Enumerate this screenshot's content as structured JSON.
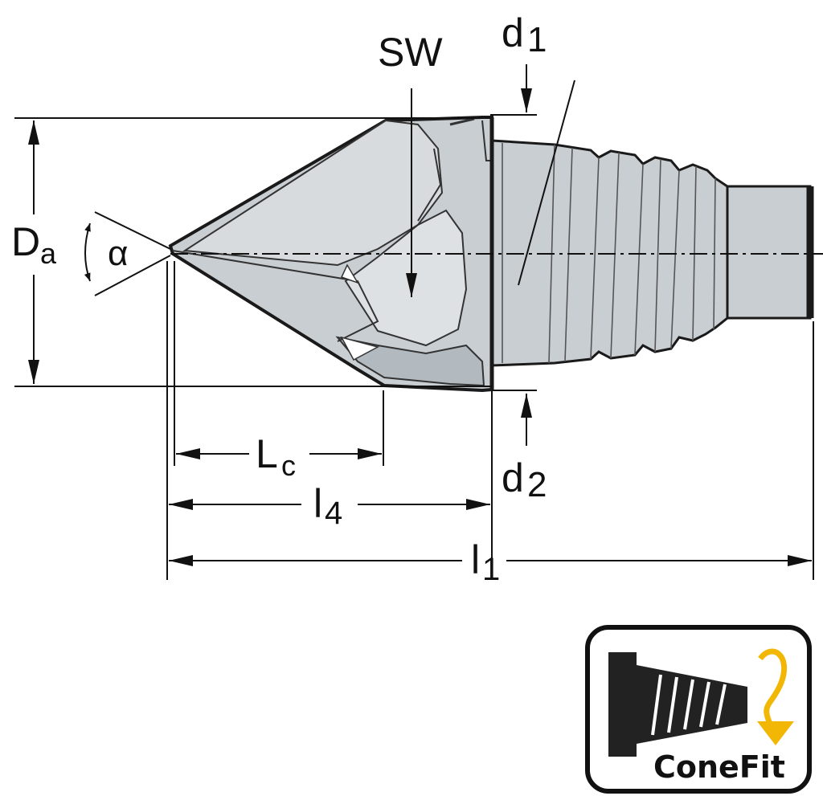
{
  "labels": {
    "sw": "SW",
    "d1_main": "d",
    "d1_sub": "1",
    "d2_main": "d",
    "d2_sub": "2",
    "da_main": "D",
    "da_sub": "a",
    "alpha": "α",
    "lc_main": "L",
    "lc_sub": "c",
    "l4_main": "l",
    "l4_sub": "4",
    "l1_main": "l",
    "l1_sub": "1"
  },
  "badge": {
    "text": "ConeFit",
    "arrow_color": "#f2b705",
    "tool_color": "#222222"
  },
  "colors": {
    "tool_body": "#c9ced2",
    "tool_dark": "#a9b0b5",
    "tool_light": "#dde1e4",
    "outline": "#1a1a1a"
  }
}
